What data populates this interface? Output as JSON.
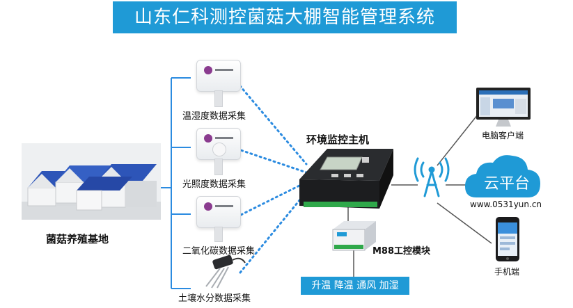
{
  "title": "山东仁科测控菌菇大棚智能管理系统",
  "greenhouse_label": "菌菇养殖基地",
  "sensors": [
    {
      "label": "温湿度数据采集"
    },
    {
      "label": "光照度数据采集"
    },
    {
      "label": "二氧化碳数据采集"
    },
    {
      "label": "土壤水分数据采集"
    }
  ],
  "host_label": "环境监控主机",
  "module_label": "M88工控模块",
  "control_actions": "升温 降温 通风 加湿",
  "cloud_label": "云平台",
  "cloud_url": "www.0531yun.cn",
  "pc_label": "电脑客户端",
  "phone_label": "手机端",
  "colors": {
    "accent": "#1f9ad6",
    "link": "#2b8be0",
    "roof": "#2d55b8"
  }
}
